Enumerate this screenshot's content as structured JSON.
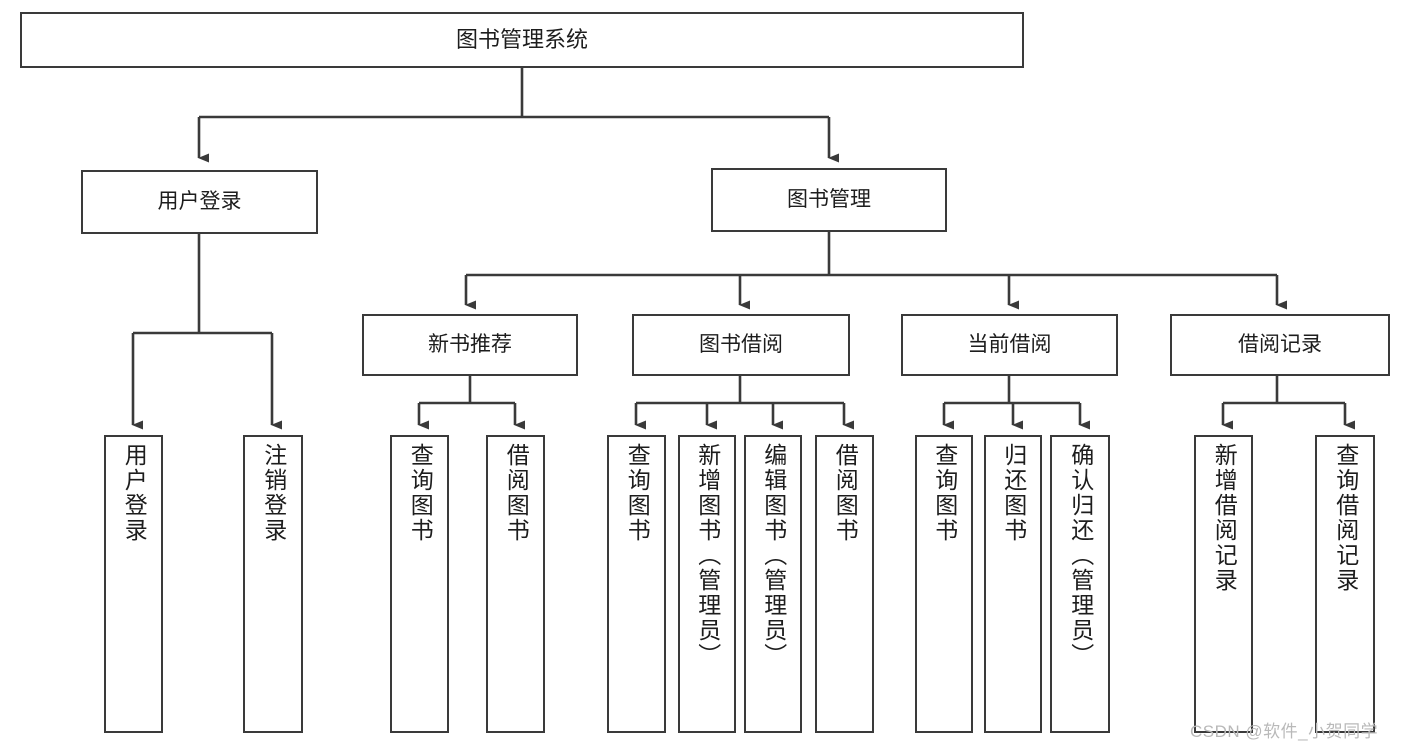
{
  "diagram": {
    "type": "tree-hierarchy-diagram",
    "title": "图书管理系统",
    "theme": {
      "box_border": "#3a3a3a",
      "box_fill": "#ffffff",
      "line": "#3a3a3a",
      "text": "#1d1d1d",
      "watermark": "#b9b9b9"
    },
    "levels": {
      "root": {
        "label": "图书管理系统"
      },
      "level2": [
        {
          "label": "用户登录"
        },
        {
          "label": "图书管理"
        }
      ],
      "level3": [
        {
          "label": "新书推荐"
        },
        {
          "label": "图书借阅"
        },
        {
          "label": "当前借阅"
        },
        {
          "label": "借阅记录"
        }
      ],
      "leaves": {
        "user_login": [
          {
            "label": "用户登录"
          },
          {
            "label": "注销登录"
          }
        ],
        "new_book_recommend": [
          {
            "label": "查询图书"
          },
          {
            "label": "借阅图书"
          }
        ],
        "book_borrow": [
          {
            "label": "查询图书"
          },
          {
            "label": "新增图书（管理员）"
          },
          {
            "label": "编辑图书（管理员）"
          },
          {
            "label": "借阅图书"
          }
        ],
        "current_borrow": [
          {
            "label": "查询图书"
          },
          {
            "label": "归还图书"
          },
          {
            "label": "确认归还（管理员）"
          }
        ],
        "borrow_record": [
          {
            "label": "新增借阅记录"
          },
          {
            "label": "查询借阅记录"
          }
        ]
      }
    }
  },
  "watermark": {
    "text": "CSDN @软件_小贺同学"
  }
}
